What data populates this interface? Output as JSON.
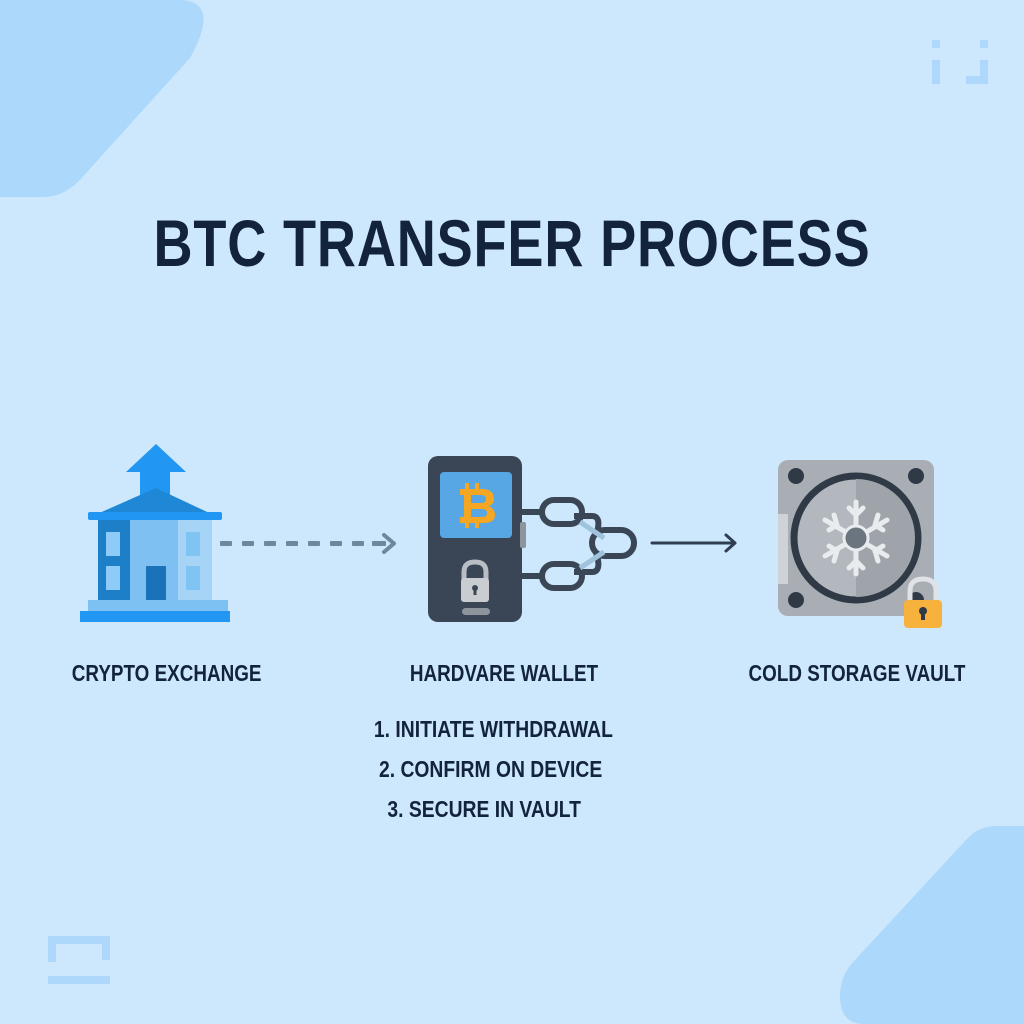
{
  "title": "BTC TRANSFER PROCESS",
  "nodes": [
    {
      "id": "exchange",
      "label": "CRYPTO EXCHANGE",
      "icon": "exchange-building-icon"
    },
    {
      "id": "wallet",
      "label": "HARDVARE WALLET",
      "icon": "hardware-wallet-icon"
    },
    {
      "id": "vault",
      "label": "COLD STORAGE VAULT",
      "icon": "cold-storage-vault-icon"
    }
  ],
  "connectors": [
    {
      "from": "exchange",
      "to": "wallet",
      "style": "dashed-arrow"
    },
    {
      "from": "wallet",
      "to": "vault",
      "style": "solid-arrow"
    }
  ],
  "steps": [
    "1. INITIATE WITHDRAWAL",
    "2. CONFIRM ON DEVICE",
    "3. SECURE IN VAULT"
  ],
  "colors": {
    "background": "#cde8fc",
    "decor": "#acd8fb",
    "title": "#13243a",
    "accent_blue": "#2196f3",
    "bitcoin_orange": "#f5a623",
    "device_dark": "#3a4656",
    "vault_gray": "#a9aeb4",
    "lock_gold": "#f6b23c"
  }
}
